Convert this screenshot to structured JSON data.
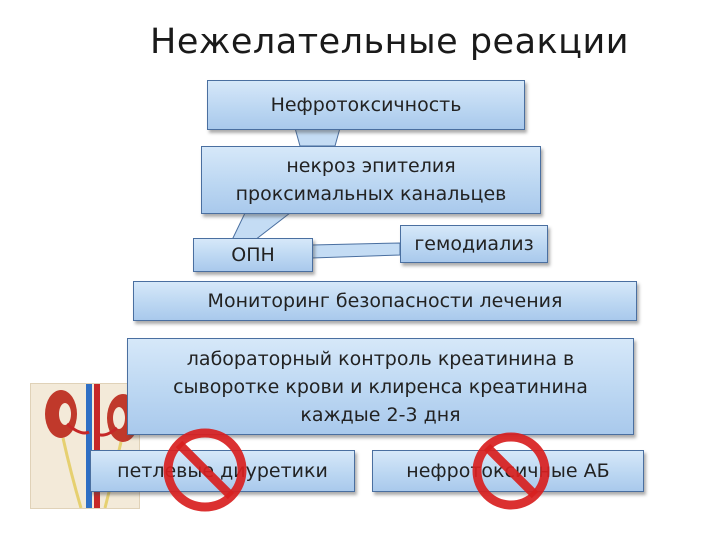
{
  "title": "Нежелательные реакции",
  "boxes": {
    "nephrotoxicity": "Нефротоксичность",
    "necrosis_line1": "некроз эпителия",
    "necrosis_line2": "проксимальных канальцев",
    "opn": "ОПН",
    "hemodialysis": "гемодиализ",
    "monitoring": "Мониторинг безопасности лечения",
    "lab_line1": "лабораторный контроль креатинина в",
    "lab_line2": "сыворотке крови и клиренса креатинина",
    "lab_line3": "каждые 2-3 дня",
    "loop_diuretics": "петлевые диуретики",
    "nephrotoxic_ab": "нефротоксичные АБ"
  },
  "icons": {
    "prohibition": "no-entry-sign-icon",
    "kidney": "kidney-illustration"
  },
  "colors": {
    "box_fill": "#bcd7f2",
    "box_border": "#4a6fa0",
    "prohibition_red": "#d8201f"
  }
}
